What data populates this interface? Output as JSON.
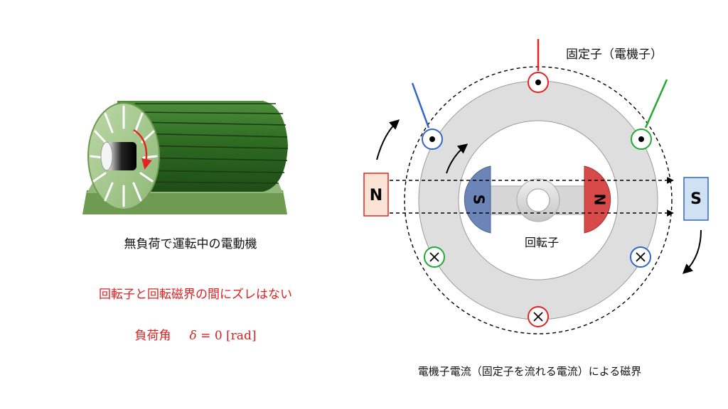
{
  "motor_caption": "無負荷で運転中の電動機",
  "note": "回転子と回転磁界の間にズレはない",
  "load_angle": {
    "label": "負荷角",
    "symbol": "δ",
    "expr": " = 0 ",
    "unit": "[rad]"
  },
  "stator_label": "固定子（電機子）",
  "rotor_label": "回転子",
  "bottom_caption": "電機子電流（固定子を流れる電流）による磁界",
  "field_poles": {
    "north": "N",
    "south": "S"
  },
  "rotor_poles": {
    "south": "S",
    "north": "N"
  },
  "coils": [
    {
      "phase": "red",
      "symbol": "dot-icon"
    },
    {
      "phase": "blue",
      "symbol": "dot-icon"
    },
    {
      "phase": "green",
      "symbol": "dot-icon"
    },
    {
      "phase": "green",
      "symbol": "cross-icon"
    },
    {
      "phase": "blue",
      "symbol": "cross-icon"
    },
    {
      "phase": "red",
      "symbol": "cross-icon"
    }
  ],
  "colors": {
    "red": "#e52421",
    "blue": "#3366cc",
    "green": "#22aa33",
    "motor_green": "#2e6b22",
    "stator_ring": "#dedede",
    "north_pole_field": "#fbe4d5",
    "south_pole_field": "#cfe2f3",
    "rotor_north": "#d84a4a",
    "rotor_south": "#6b85b8"
  }
}
